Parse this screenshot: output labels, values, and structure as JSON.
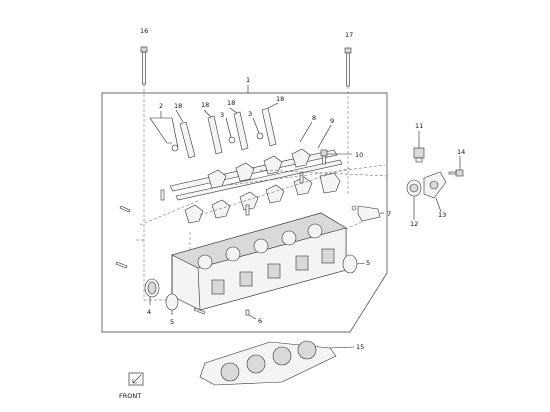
{
  "callouts": [
    "1",
    "2",
    "3",
    "3",
    "4",
    "5",
    "5",
    "6",
    "7",
    "8",
    "9",
    "10",
    "11",
    "12",
    "13",
    "14",
    "15",
    "16",
    "17",
    "18",
    "18",
    "18",
    "18"
  ],
  "front_label": "FRONT"
}
